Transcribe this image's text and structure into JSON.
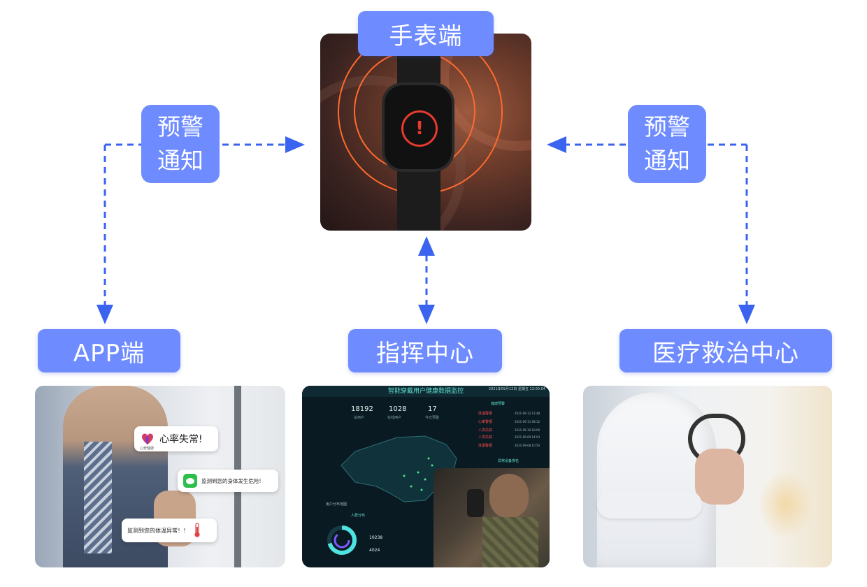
{
  "nodes": {
    "watch": {
      "label": "手表端"
    },
    "app": {
      "label": "APP端"
    },
    "command": {
      "label": "指挥中心"
    },
    "medical": {
      "label": "医疗救治中心"
    }
  },
  "edges": {
    "left_notice": [
      "预警",
      "通知"
    ],
    "right_notice": [
      "预警",
      "通知"
    ]
  },
  "app_screen": {
    "heart_bubble": "心率失常!",
    "brand_caption": "心奇健康",
    "wechat_bubble": "监测到您的身体发生危险!",
    "temp_bubble": "监测到您的体温异常！！"
  },
  "command_screen": {
    "title": "智能穿戴用户健康数据监控",
    "datetime": "2021年09月12日  星期五  12:00:04",
    "stats": [
      {
        "value": "18192",
        "label": "总用户"
      },
      {
        "value": "1028",
        "label": "在线用户"
      },
      {
        "value": "17",
        "label": "今日预警"
      }
    ],
    "alerts_title": "健康预警",
    "alerts": [
      {
        "type": "体温警报",
        "time": "2021-09-12 12:48"
      },
      {
        "type": "心率警报",
        "time": "2021-09-11 08:12"
      },
      {
        "type": "人员失踪",
        "time": "2021-09-10 18:09"
      },
      {
        "type": "人员失踪",
        "time": "2021-09-09 14:03"
      },
      {
        "type": "体温警报",
        "time": "2021-09-08 10:50"
      }
    ],
    "ranking_title": "异常设备排名",
    "dist_title": "人群分布",
    "legend_values": [
      "10238",
      "4024"
    ],
    "map_legend": "用户分布地图"
  },
  "colors": {
    "label_bg": "#6e8bff",
    "arrow": "#3a63f0",
    "alert": "#ff6a2e"
  }
}
